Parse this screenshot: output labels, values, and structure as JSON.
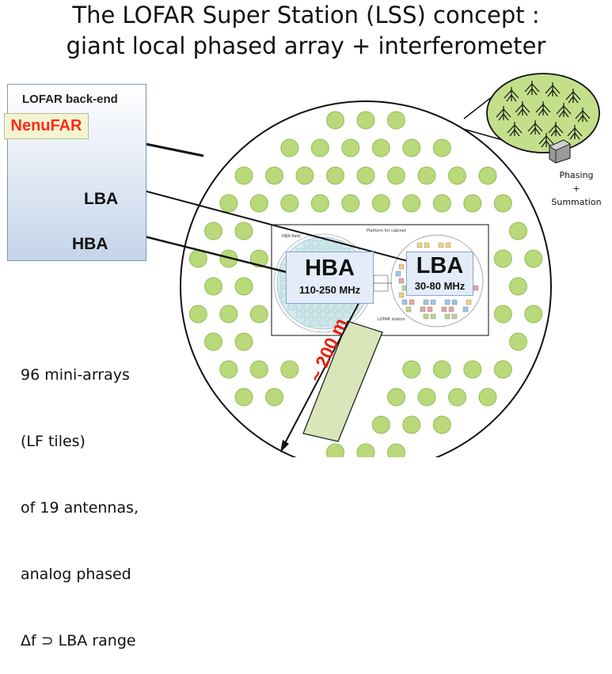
{
  "title": {
    "line1": "The LOFAR Super Station (LSS) concept :",
    "line2": "giant local phased array + interferometer"
  },
  "backend": {
    "label": "LOFAR back-end",
    "nenufar": "NenuFAR",
    "lba": "LBA",
    "hba": "HBA"
  },
  "station": {
    "hba_label": "HBA",
    "hba_freq": "110-250 MHz",
    "lba_label": "LBA",
    "lba_freq": "30-80 MHz",
    "hba_field": "HBA field",
    "platform": "Platform for cabinet",
    "lofar_station": "LOFAR station"
  },
  "distance": "~ 200 m",
  "phasing": {
    "line1": "Phasing",
    "line2": "+",
    "line3": "Summation"
  },
  "note": [
    "96 mini-arrays",
    "(LF tiles)",
    "of 19 antennas,",
    "analog phased",
    "Δf ⊃ LBA range"
  ],
  "colors": {
    "tile_fill": "#b9d97a",
    "tile_stroke": "#95bc58",
    "inset_fill": "#c3df8a",
    "backend_box": "#c5d4ea",
    "nenufar_text": "#ff2b1a",
    "distance_bar": "#d8e6b9",
    "distance_text": "#e8200e"
  }
}
